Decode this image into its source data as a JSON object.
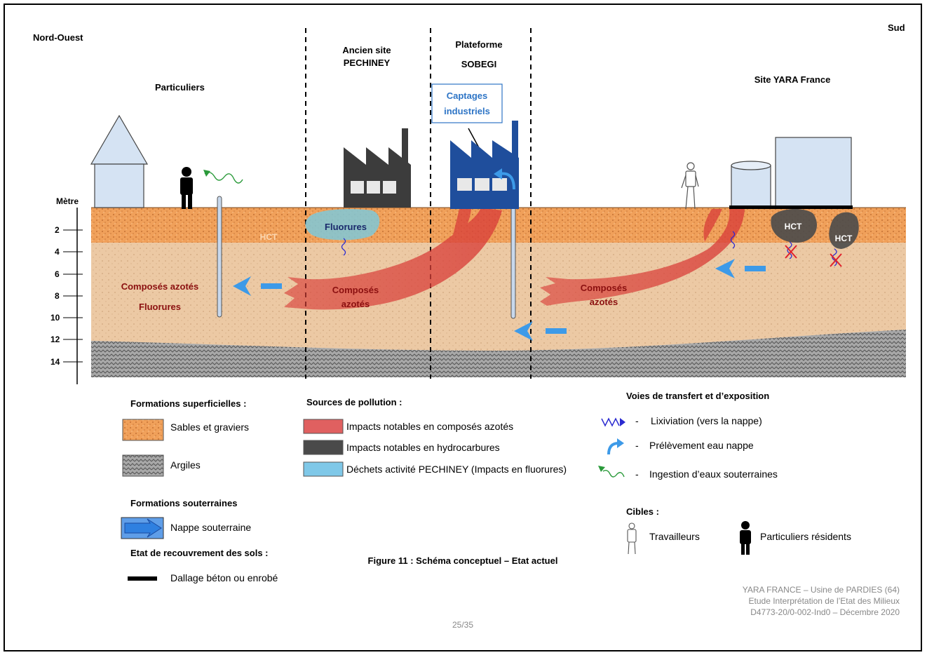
{
  "orientation": {
    "left": "Nord-Ouest",
    "right": "Sud"
  },
  "zones": {
    "particuliers": "Particuliers",
    "pechiney_1": "Ancien site",
    "pechiney_2": "PECHINEY",
    "sobegi_1": "Plateforme",
    "sobegi_2": "SOBEGI",
    "captages_1": "Captages",
    "captages_2": "industriels",
    "yara": "Site YARA France"
  },
  "depth_axis": {
    "title": "Mètre",
    "ticks": [
      "2",
      "4",
      "6",
      "8",
      "10",
      "12",
      "14"
    ]
  },
  "plumes": {
    "hct_faded": "HCT",
    "hct_a": "HCT",
    "hct_b": "HCT",
    "fluorures": "Fluorures",
    "left_1": "Composés azotés",
    "left_2": "Fluorures",
    "mid_1": "Composés",
    "mid_2": "azotés",
    "right_1": "Composés",
    "right_2": "azotés"
  },
  "legend": {
    "formations_title": "Formations superficielles :",
    "sables": "Sables et graviers",
    "argiles": "Argiles",
    "souterraines_title": "Formations souterraines",
    "nappe": "Nappe souterraine",
    "recouvrement_title": "Etat de recouvrement des sols :",
    "dallage": "Dallage béton ou enrobé",
    "sources_title": "Sources de pollution :",
    "src_azotes": "Impacts notables en composés azotés",
    "src_hydro": "Impacts notables en hydrocarbures",
    "src_dechets": "Déchets activité PECHINEY (Impacts en fluorures)",
    "voies_title": "Voies de transfert et d’exposition",
    "lixiviation": "Lixiviation (vers la nappe)",
    "prelevement": "Prélèvement eau nappe",
    "ingestion": "Ingestion d’eaux souterraines",
    "dash": "-",
    "cibles_title": "Cibles :",
    "travailleurs": "Travailleurs",
    "residents": "Particuliers résidents"
  },
  "caption": "Figure 11 : Schéma conceptuel – Etat actuel",
  "footer": {
    "line1": "YARA FRANCE – Usine de PARDIES (64)",
    "line2": "Etude Interprétation de l’Etat des Milieux",
    "line3": "D4773-20/0-002-Ind0 – Décembre 2020",
    "page": "25/35"
  },
  "colors": {
    "sand": "#f4a460",
    "lower_sand": "#eecfae",
    "clay": "#9a9a9a",
    "plume_red": "#d9403a",
    "hydrocarbon": "#4a4a4a",
    "fluor": "#7fc8d8",
    "groundwater_arrow": "#3d9ae8",
    "building_blue": "#1f4e9c",
    "house_blue": "#d5e3f3"
  }
}
